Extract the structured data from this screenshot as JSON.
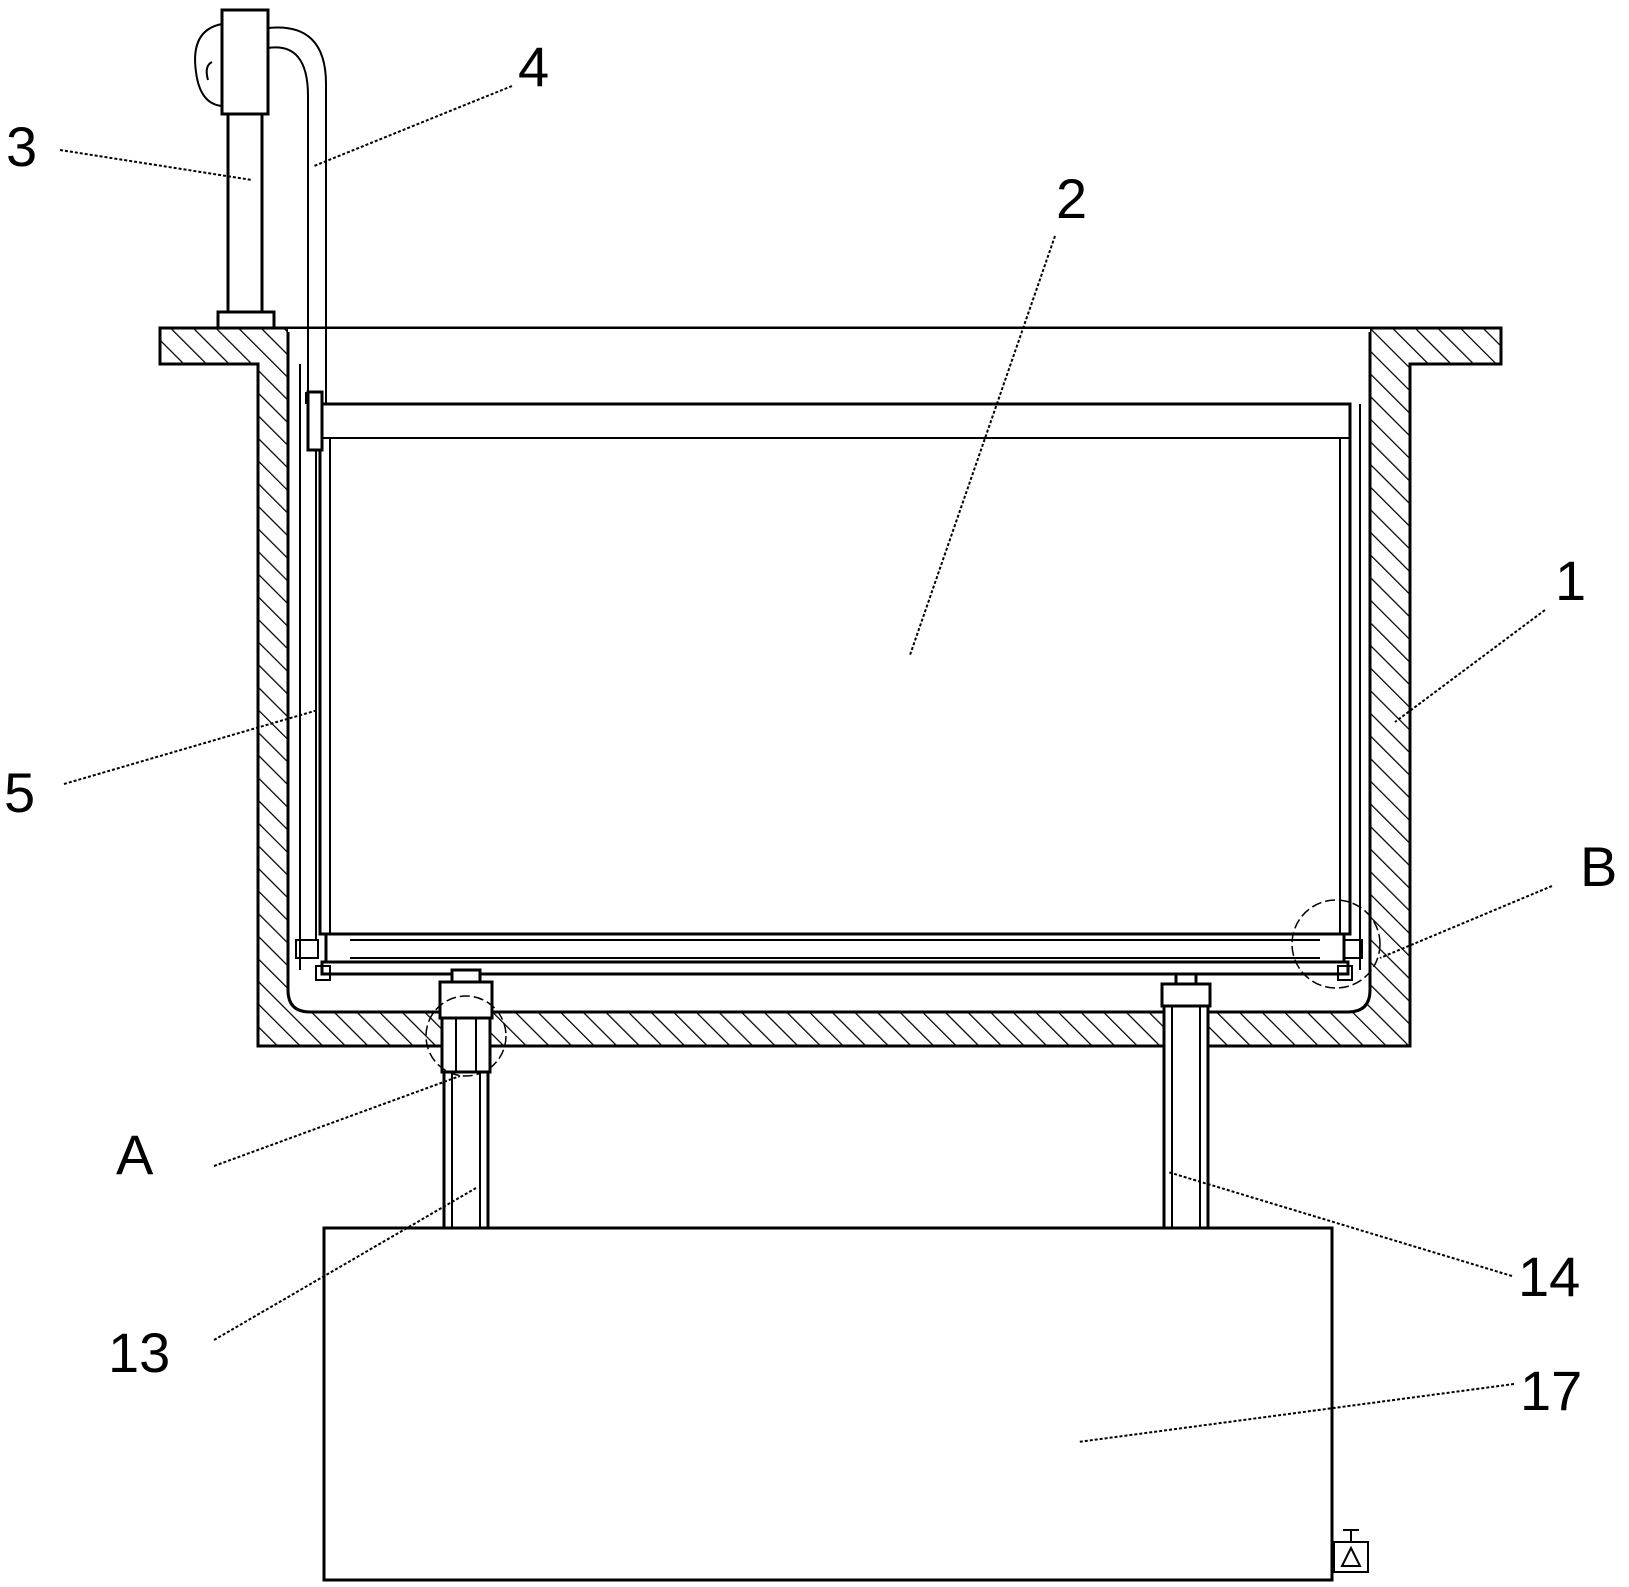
{
  "labels": {
    "tank_body": "1",
    "inner_basket": "2",
    "support_rod": "3",
    "pipe": "4",
    "inner_wall": "5",
    "detail_a": "A",
    "detail_b": "B",
    "left_column": "13",
    "right_column": "14",
    "base_box": "17"
  }
}
